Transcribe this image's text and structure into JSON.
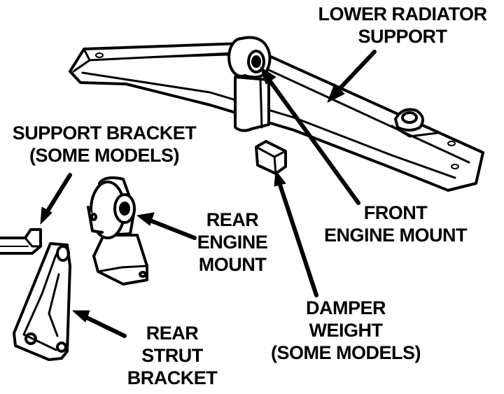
{
  "labels": {
    "lower_radiator_support": [
      "LOWER RADIATOR",
      "SUPPORT"
    ],
    "support_bracket": [
      "SUPPORT BRACKET",
      "(SOME MODELS)"
    ],
    "rear_engine_mount": [
      "REAR",
      "ENGINE",
      "MOUNT"
    ],
    "front_engine_mount": [
      "FRONT",
      "ENGINE MOUNT"
    ],
    "damper_weight": [
      "DAMPER",
      "WEIGHT",
      "(SOME MODELS)"
    ],
    "rear_strut_bracket": [
      "REAR",
      "STRUT",
      "BRACKET"
    ]
  },
  "colors": {
    "ink": "#000000",
    "paper": "#ffffff"
  }
}
